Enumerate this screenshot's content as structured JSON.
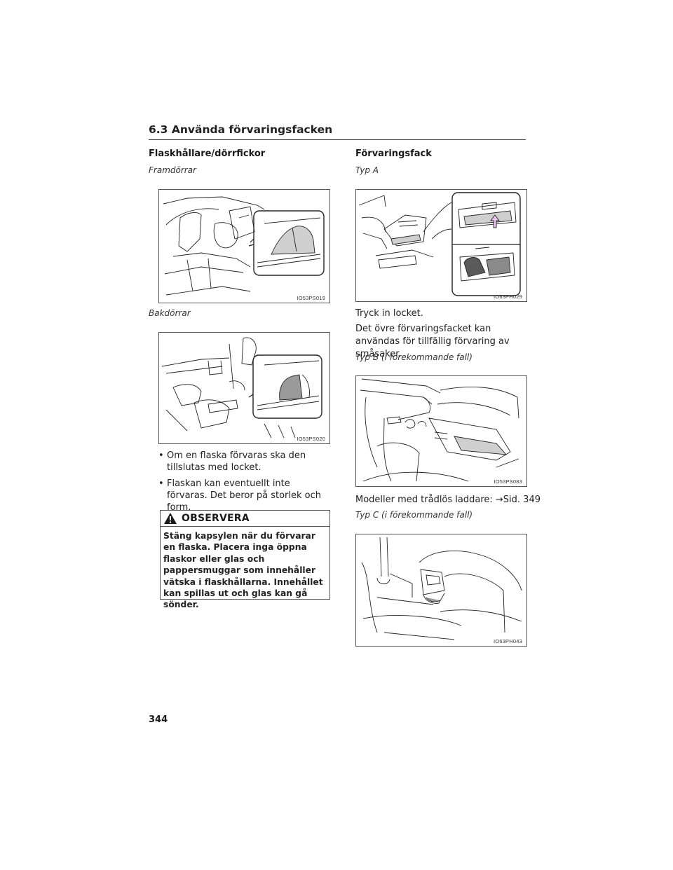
{
  "section": {
    "title": "6.3 Använda förvaringsfacken"
  },
  "left": {
    "heading": "Flaskhållare/dörrfickor",
    "front_label": "Framdörrar",
    "fig1_code": "IO53PS019",
    "rear_label": "Bakdörrar",
    "fig2_code": "IO53PS020",
    "bullets": [
      "Om en flaska förvaras ska den tillslutas med locket.",
      "Flaskan kan eventuellt inte förvaras. Det beror på storlek och form."
    ],
    "bullet_symbol": "•",
    "warning": {
      "icon": "warning-triangle-icon",
      "title": "OBSERVERA",
      "text": "Stäng kapsylen när du förvarar en flaska. Placera inga öppna flaskor eller glas och pappersmuggar som innehåller vätska i flaskhållarna. Innehållet kan spillas ut och glas kan gå sönder."
    }
  },
  "right": {
    "heading": "Förvaringsfack",
    "type_a_label": "Typ A",
    "fig3_code": "IO63PH029",
    "instruction1": "Tryck in locket.",
    "instruction2": "Det övre förvaringsfacket kan användas för tillfällig förvaring av småsaker.",
    "type_b_label": "Typ B (i förekommande fall)",
    "fig4_code": "IO53PS083",
    "wireless_text": "Modeller med trådlös laddare: →Sid. 349",
    "type_c_label": "Typ C (i förekommande fall)",
    "fig5_code": "IO63PH043"
  },
  "page": {
    "number": "344"
  },
  "colors": {
    "text": "#1a1a1a",
    "frame": "#555555",
    "highlight_gray": "#cfcfcf",
    "arrow_fill": "#e9c4ee"
  }
}
